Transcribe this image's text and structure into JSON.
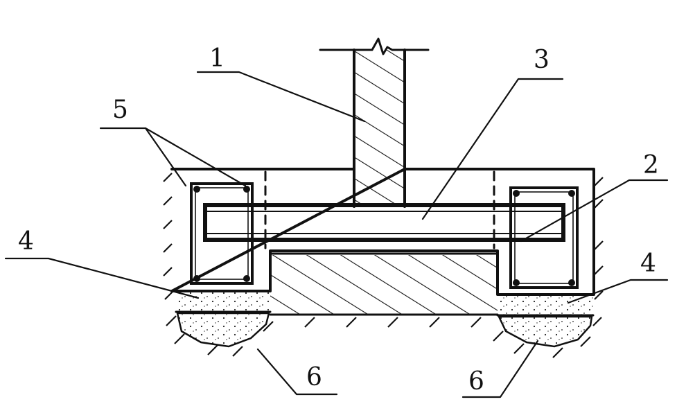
{
  "diagram": {
    "labels": {
      "l1": "1",
      "l2": "2",
      "l3": "3",
      "l4_left": "4",
      "l4_right": "4",
      "l5": "5",
      "l6_left": "6",
      "l6_right": "6"
    }
  }
}
